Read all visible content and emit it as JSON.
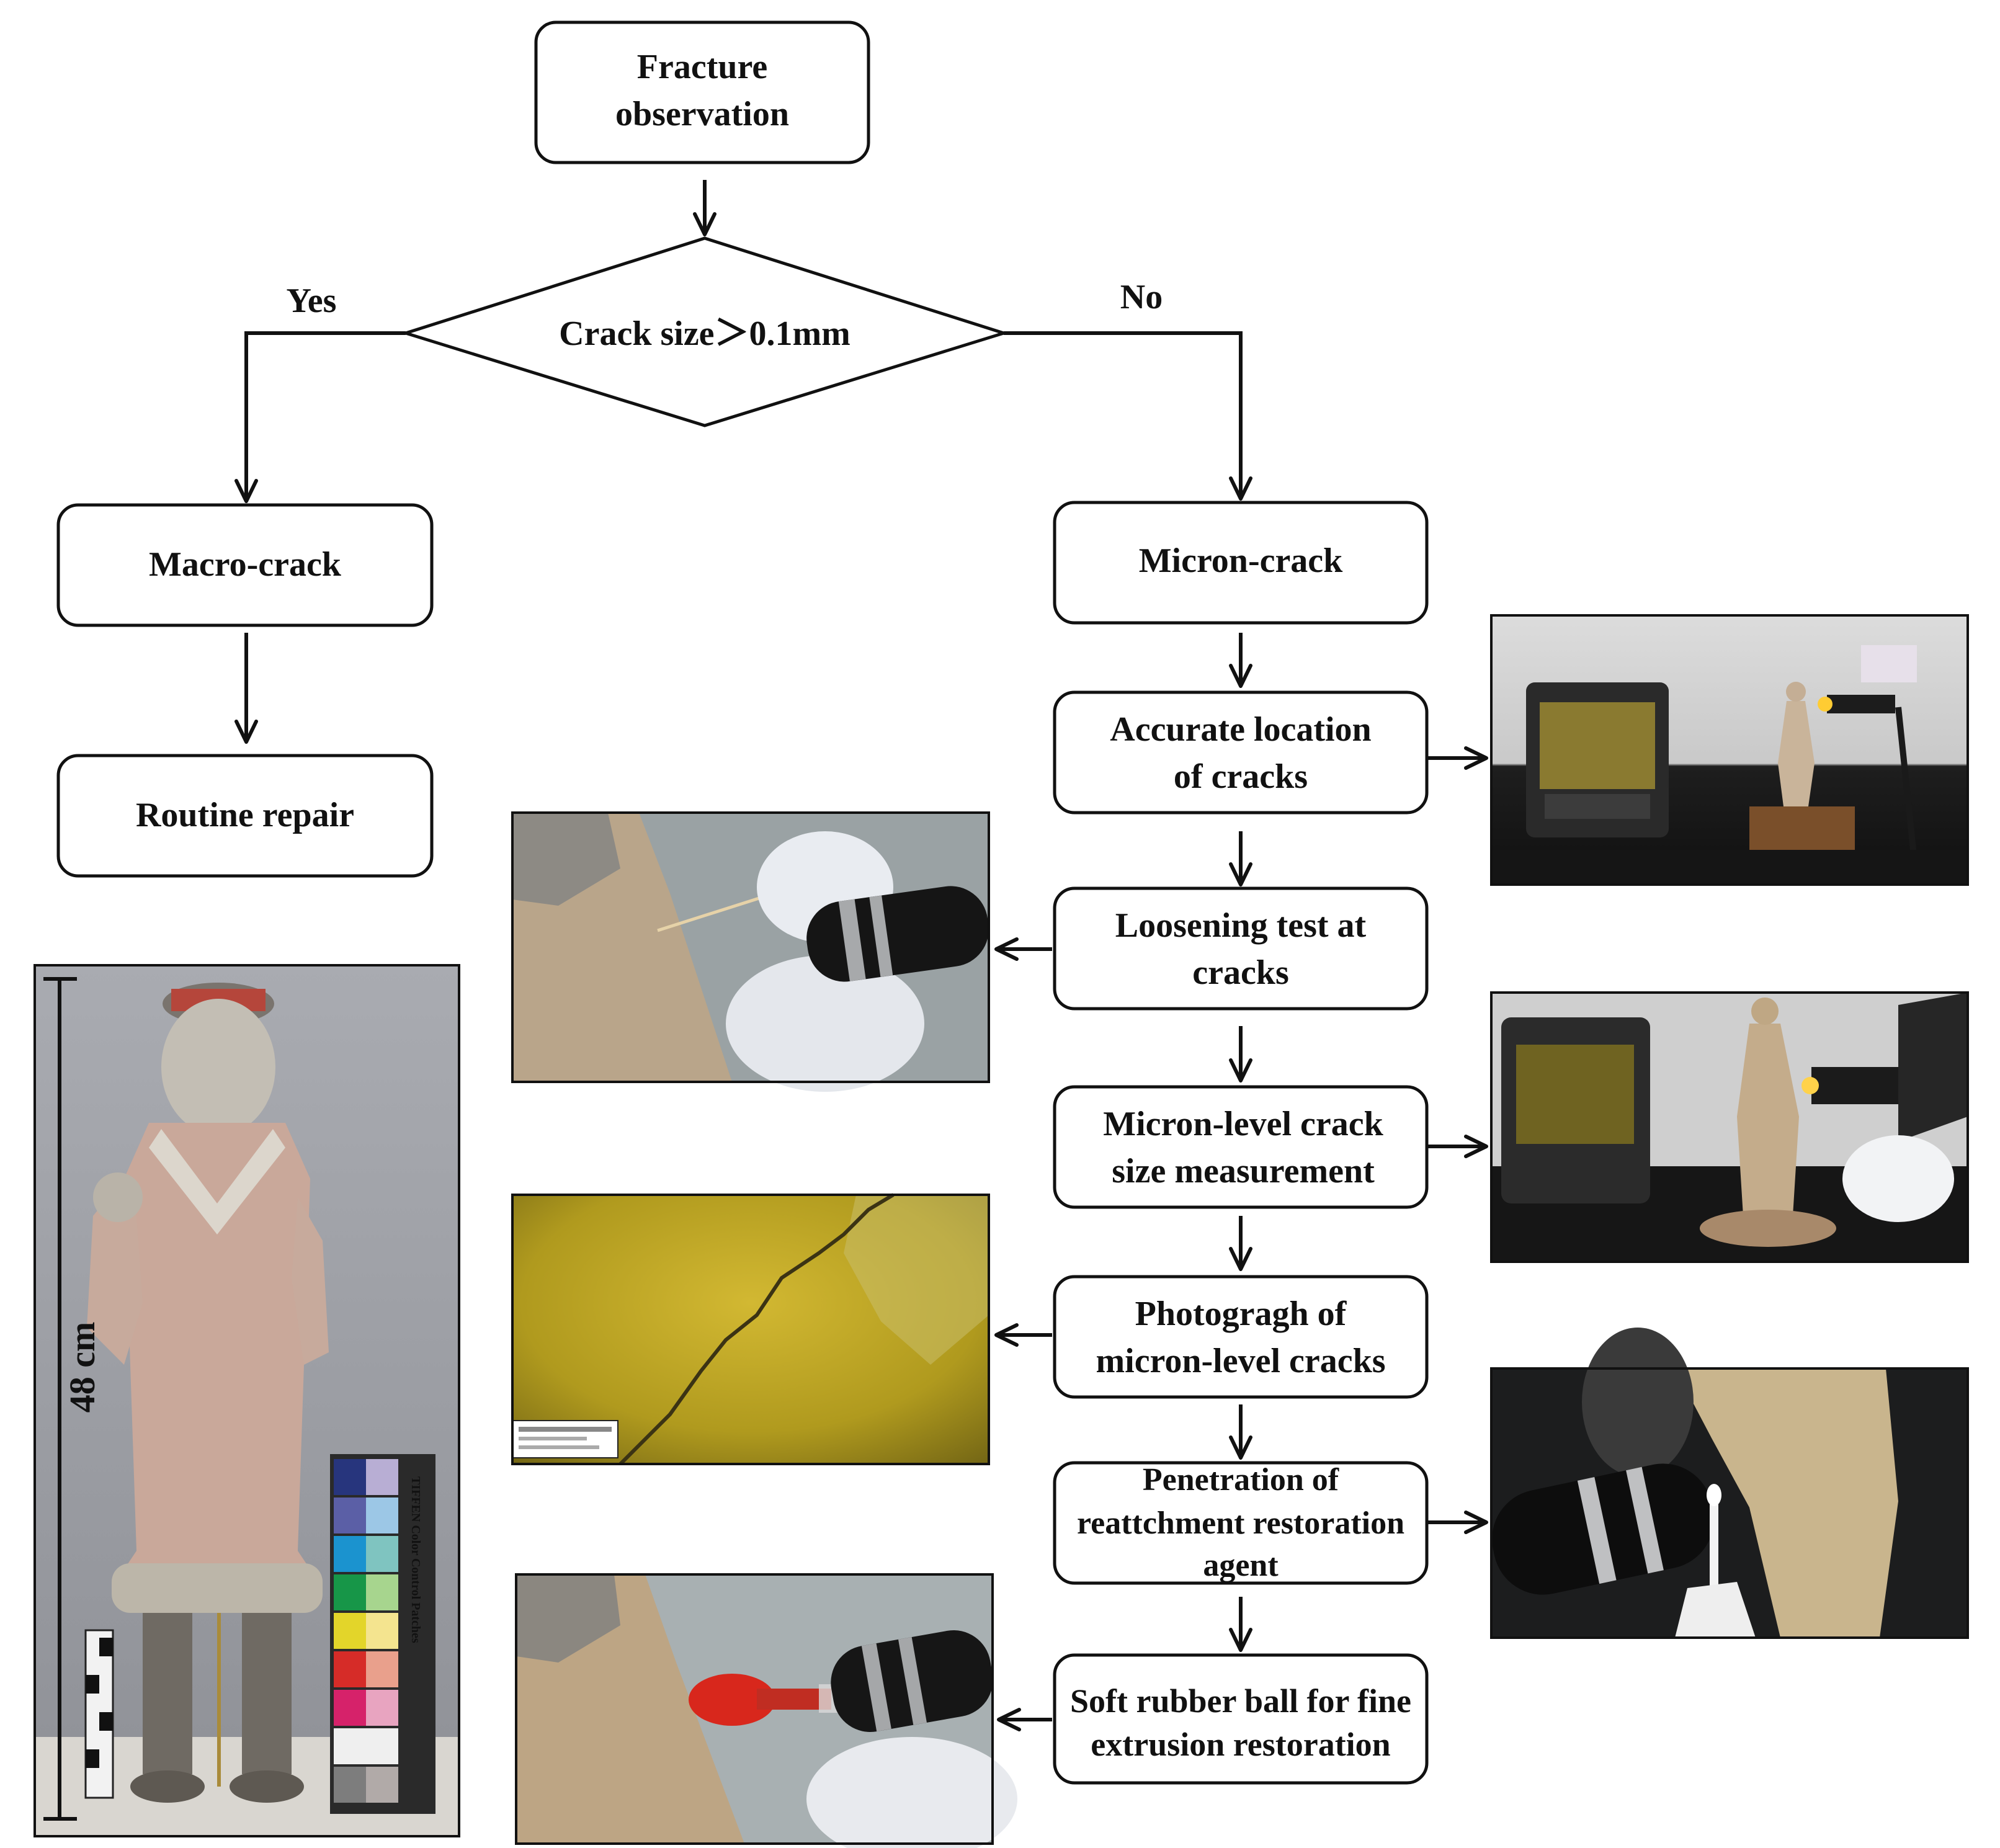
{
  "nodes": {
    "fracture_observation": [
      "Fracture",
      "observation"
    ],
    "crack_size_decision": [
      "Crack size＞0.1mm"
    ],
    "macro_crack": [
      "Macro-crack"
    ],
    "routine_repair": [
      "Routine repair"
    ],
    "micron_crack": [
      "Micron-crack"
    ],
    "accurate_location": [
      "Accurate location",
      "of cracks"
    ],
    "loosening_test": [
      "Loosening test at",
      "cracks"
    ],
    "size_measurement": [
      "Micron-level crack",
      "size measurement"
    ],
    "photograph": [
      "Photogragh of",
      "micron-level cracks"
    ],
    "penetration": [
      "Penetration of",
      "reattchment restoration",
      "agent"
    ],
    "soft_rubber_ball": [
      "Soft rubber ball for fine",
      "extrusion restoration"
    ]
  },
  "branch_labels": {
    "yes": "Yes",
    "no": "No"
  },
  "scale_bar_label": "48 cm",
  "color_card_text": "TIFFEN Color Control Patches",
  "colors": {
    "background": "#ffffff",
    "line": "#111111",
    "red_pipette": "#d8271c",
    "crack_photo_yellow": "#b8a020",
    "wall_grey": "#9a9ca2",
    "figurine_pink": "#c9a89a"
  }
}
